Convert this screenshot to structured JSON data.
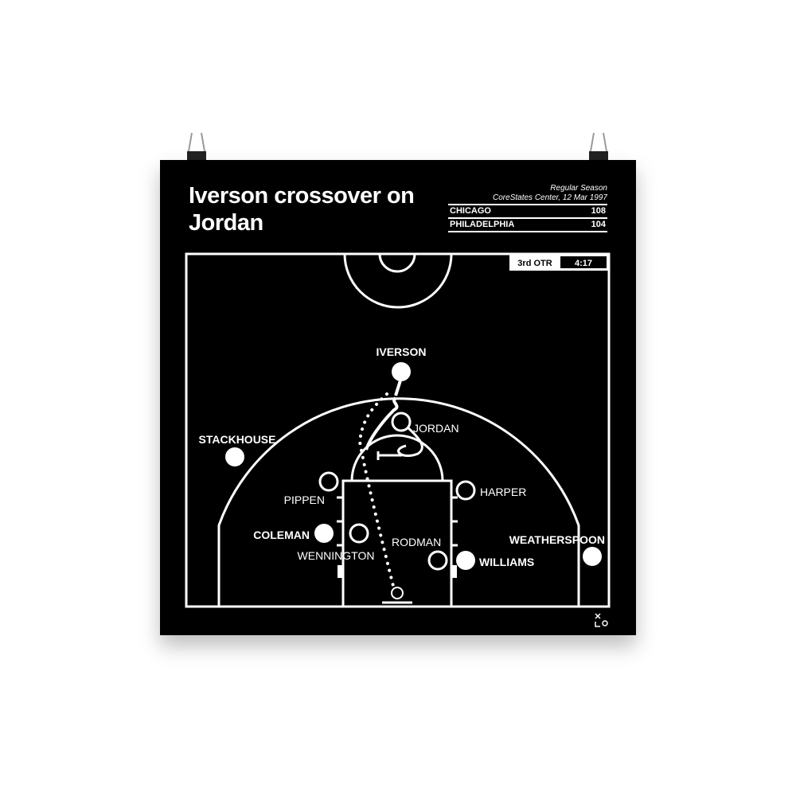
{
  "title": "Iverson crossover on Jordan",
  "game_type": "Regular Season",
  "venue_date": "CoreStates Center, 12 Mar 1997",
  "scores": [
    {
      "team": "CHICAGO",
      "points": "108"
    },
    {
      "team": "PHILADELPHIA",
      "points": "104"
    }
  ],
  "period": "3rd OTR",
  "clock": "4:17",
  "players": {
    "iverson": "IVERSON",
    "jordan": "JORDAN",
    "stackhouse": "STACKHOUSE",
    "pippen": "PIPPEN",
    "harper": "HARPER",
    "coleman": "COLEMAN",
    "wennington": "WENNINGTON",
    "rodman": "RODMAN",
    "williams": "WILLIAMS",
    "weatherspoon": "WEATHERSPOON"
  }
}
